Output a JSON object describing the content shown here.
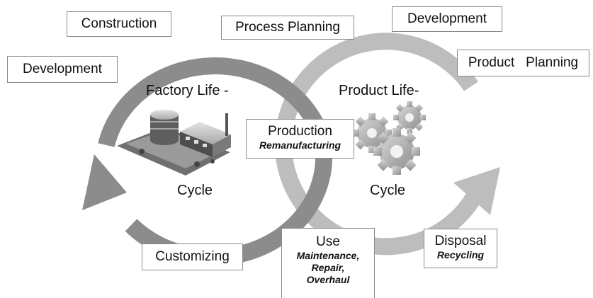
{
  "factory_cycle": {
    "title": "Factory Life -",
    "cycle_label": "Cycle",
    "ring_color": "#8c8c8c",
    "stages": {
      "construction": "Construction",
      "development": "Development",
      "customizing": "Customizing"
    }
  },
  "product_cycle": {
    "title": "Product Life-",
    "cycle_label": "Cycle",
    "ring_color": "#bdbdbd",
    "stages": {
      "development": "Development",
      "product_planning": "Product   Planning",
      "disposal": "Disposal",
      "disposal_sub": "Recycling",
      "use": "Use",
      "use_sub_1": "Maintenance,",
      "use_sub_2": "Repair,",
      "use_sub_3": "Overhaul"
    }
  },
  "shared": {
    "process_planning": "Process Planning",
    "production": "Production",
    "production_sub": "Remanufacturing"
  },
  "icons": [
    "factory-icon",
    "gears-icon"
  ]
}
